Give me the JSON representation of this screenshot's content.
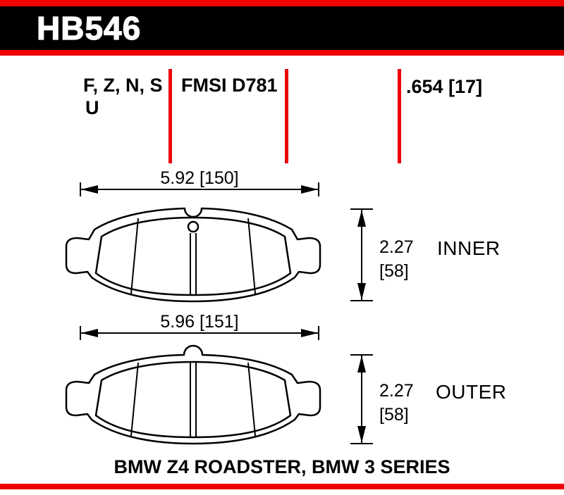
{
  "colors": {
    "accent_red": "#f00000",
    "header_bg": "#000000",
    "header_text": "#ffffff",
    "ink": "#000000"
  },
  "header": {
    "part_number": "HB546"
  },
  "specs": {
    "compound_codes_line1": "F, Z, N, S",
    "compound_codes_line2": "U",
    "fmsi_number": "FMSI D781",
    "thickness": ".654 [17]"
  },
  "pads": [
    {
      "position": "INNER",
      "width_dim": "5.92 [150]",
      "height_dim_value": "2.27",
      "height_dim_mm": "[58]"
    },
    {
      "position": "OUTER",
      "width_dim": "5.96 [151]",
      "height_dim_value": "2.27",
      "height_dim_mm": "[58]"
    }
  ],
  "footer": {
    "applications": "BMW Z4 ROADSTER, BMW 3 SERIES"
  }
}
